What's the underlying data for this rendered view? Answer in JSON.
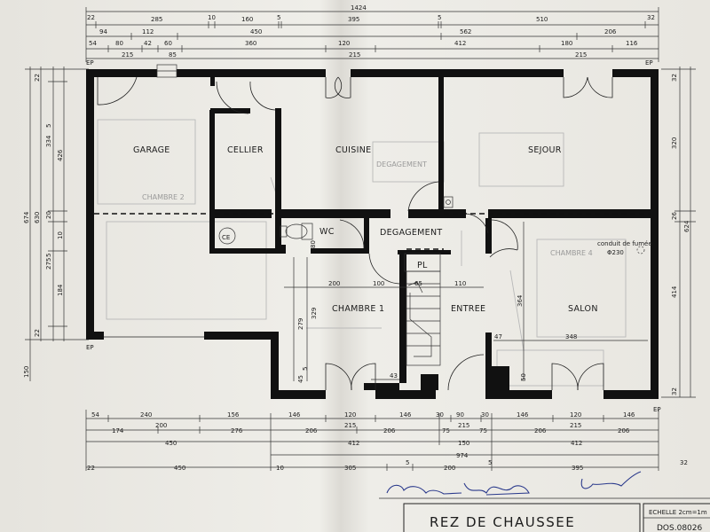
{
  "plan": {
    "title": "REZ DE CHAUSSEE",
    "scale": "ECHELLE 2cm=1m",
    "dossier": "DOS.08026",
    "rooms": {
      "garage": "GARAGE",
      "cellier": "CELLIER",
      "cuisine": "CUISINE",
      "sejour": "SEJOUR",
      "wc": "WC",
      "degagement": "DEGAGEMENT",
      "chambre1": "CHAMBRE 1",
      "entree": "ENTREE",
      "salon": "SALON",
      "pl": "PL",
      "ce": "CE"
    },
    "annotations": {
      "chimney_label": "conduit de fumée",
      "chimney_diameter": "Φ230",
      "ghost_degagement": "DEGAGEMENT",
      "ghost_chambre2": "CHAMBRE 2",
      "ghost_chambre4": "CHAMBRE 4"
    },
    "ep": [
      "EP",
      "EP",
      "EP",
      "EP"
    ],
    "dims_top": {
      "total": "1424",
      "row1": [
        "22",
        "285",
        "10",
        "160",
        "5",
        "395",
        "5",
        "510",
        "32"
      ],
      "row2": [
        "94",
        "112",
        "450",
        "562",
        "206"
      ],
      "row3": [
        "54",
        "80",
        "42",
        "60",
        "360",
        "120",
        "412",
        "180",
        "116"
      ],
      "row4": [
        "215",
        "85",
        "215",
        "215"
      ]
    },
    "dims_bottom": {
      "row1": [
        "54",
        "240",
        "156",
        "146",
        "120",
        "146",
        "30",
        "90",
        "30",
        "146",
        "120",
        "146"
      ],
      "row2": [
        "174",
        "200",
        "276",
        "206",
        "215",
        "206",
        "75",
        "215",
        "75",
        "206",
        "215",
        "206"
      ],
      "row3": [
        "450",
        "412",
        "150",
        "412"
      ],
      "row4": [
        "974"
      ],
      "row5": [
        "22",
        "450",
        "10",
        "305",
        "5",
        "200",
        "5",
        "395",
        "32"
      ]
    },
    "dims_left": [
      "22",
      "674",
      "630",
      "426",
      "334",
      "5",
      "20",
      "10",
      "275",
      "5",
      "184",
      "22",
      "150"
    ],
    "dims_right": [
      "32",
      "320",
      "26",
      "624",
      "414",
      "32"
    ],
    "dims_inner": [
      "200",
      "100",
      "65",
      "110",
      "364",
      "279",
      "329",
      "47",
      "348",
      "45",
      "5",
      "43",
      "50",
      "80"
    ]
  }
}
